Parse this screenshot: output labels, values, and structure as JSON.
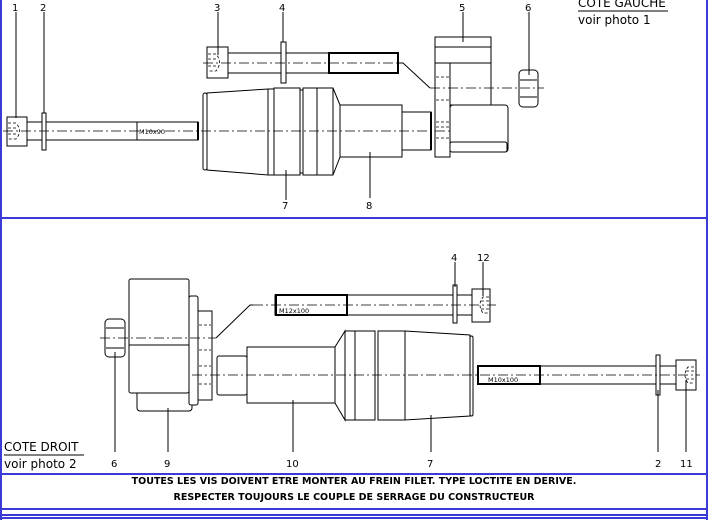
{
  "top_view": {
    "title": "COTE GAUCHE",
    "subtitle": "voir photo 1",
    "thread_label": "M10x90",
    "part_numbers": [
      "1",
      "2",
      "3",
      "4",
      "5",
      "6",
      "7",
      "8"
    ]
  },
  "bottom_view": {
    "title": "COTE DROIT",
    "subtitle": "voir photo 2",
    "thread_label_upper": "M12x100",
    "thread_label_lower": "M10x100",
    "part_numbers": [
      "4",
      "12",
      "6",
      "9",
      "10",
      "7",
      "2",
      "11"
    ]
  },
  "notes": {
    "line1": "TOUTES LES VIS DOIVENT ETRE MONTER AU FREIN FILET. TYPE LOCTITE EN DERIVE.",
    "line2": "RESPECTER TOUJOURS LE COUPLE DE SERRAGE DU CONSTRUCTEUR"
  },
  "colors": {
    "frame": "#3a3ad8",
    "ink": "#000000"
  }
}
